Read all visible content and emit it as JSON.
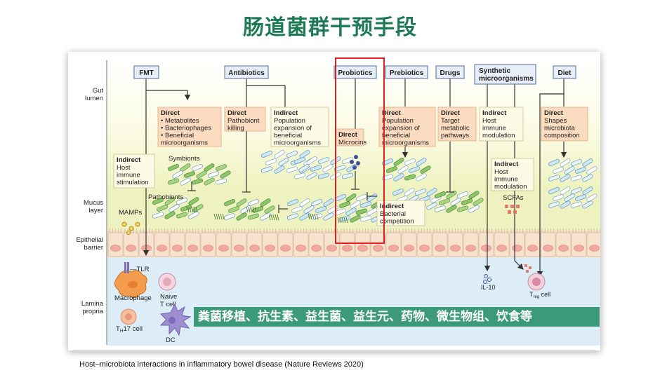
{
  "title": "肠道菌群干预手段",
  "banner": "粪菌移植、抗生素、益生菌、益生元、药物、微生物组、饮食等",
  "caption": "Host–microbiota interactions in inflammatory bowel disease (Nature Reviews 2020)",
  "figure": {
    "layers": {
      "gut": [
        "Gut",
        "lumen"
      ],
      "mucus": [
        "Mucus",
        "layer"
      ],
      "epithelial": [
        "Epithelial",
        "barrier"
      ],
      "lamina": [
        "Lamina",
        "propria"
      ]
    },
    "headers": {
      "fmt": "FMT",
      "antibiotics": "Antibiotics",
      "probiotics": "Probiotics",
      "prebiotics": "Prebiotics",
      "drugs": "Drugs",
      "synthetic": [
        "Synthetic",
        "microorganisms"
      ],
      "diet": "Diet"
    },
    "boxes": {
      "fmt_direct": {
        "title": "Direct",
        "lines": [
          "• Metabolites",
          "• Bacteriophages",
          "• Beneficial",
          "  microorganisms"
        ]
      },
      "fmt_indirect": {
        "title": "Indirect",
        "lines": [
          "Host",
          "immune",
          "stimulation"
        ]
      },
      "anti_direct": {
        "title": "Direct",
        "lines": [
          "Pathobiont",
          "killing"
        ]
      },
      "anti_indirect": {
        "title": "Indirect",
        "lines": [
          "Population",
          "expansion of",
          "beneficial",
          "microorganisms"
        ]
      },
      "pro_direct": {
        "title": "Direct",
        "lines": [
          "Microcins"
        ]
      },
      "pro_indirect": {
        "title": "Indirect",
        "lines": [
          "Bacterial",
          "competition"
        ]
      },
      "preb_direct": {
        "title": "Direct",
        "lines": [
          "Population",
          "expansion of",
          "beneficial",
          "microorganisms"
        ]
      },
      "drugs_direct": {
        "title": "Direct",
        "lines": [
          "Target",
          "metabolic",
          "pathways"
        ]
      },
      "syn_indirect1": {
        "title": "Indirect",
        "lines": [
          "Host",
          "immune",
          "modulation"
        ]
      },
      "syn_indirect2": {
        "title": "Indirect",
        "lines": [
          "Host",
          "immune",
          "modulation"
        ]
      },
      "diet_direct": {
        "title": "Direct",
        "lines": [
          "Shapes",
          "microbiota",
          "composition"
        ]
      }
    },
    "labels": {
      "symbionts": "Symbionts",
      "pathobionts": "Pathobionts",
      "mamps": "MAMPs",
      "scfas": "SCFAs",
      "tlr": "TLR",
      "macrophage": "Macrophage",
      "naive": [
        "Naive",
        "T cell"
      ],
      "th17": "T",
      "th17_sub": "H",
      "th17_rest": "17 cell",
      "dc": "DC",
      "il10": "IL-10",
      "treg": "T",
      "treg_sub": "reg",
      "treg_rest": " cell"
    },
    "colors": {
      "lumen_bg": "#fbfbe2",
      "mucus_bg": "#eef2bf",
      "epithelial": "#f4ddc7",
      "lamina_bg": "#dcedf7",
      "direct_box": "#fbdcc0",
      "indirect_box": "#fdfbe6",
      "header_box": "#e8eef8",
      "highlight": "#e02020",
      "banner": "#3c9a78",
      "title": "#1e7a55"
    }
  }
}
